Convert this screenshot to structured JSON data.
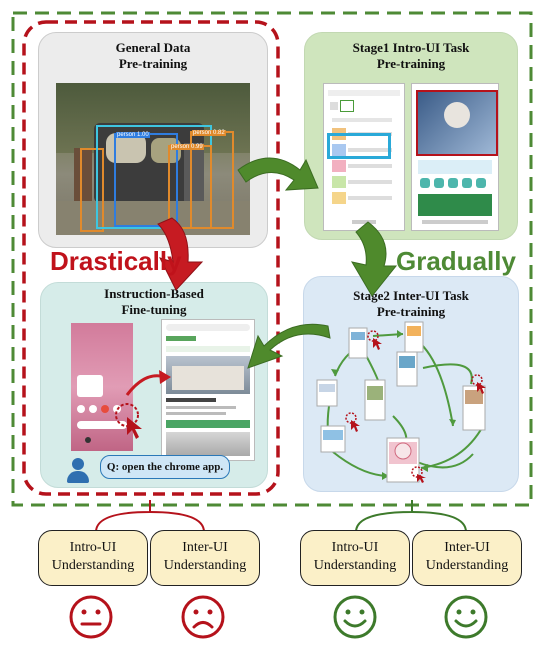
{
  "panels": {
    "general": "General Data\nPre-training",
    "stage1": "Stage1 Intro-UI Task\nPre-training",
    "instruction": "Instruction-Based\nFine-tuning",
    "stage2": "Stage2 Inter-UI Task\nPre-training"
  },
  "labels": {
    "drastically": "Drastically",
    "gradually": "Gradually"
  },
  "query": "Q: open the chrome app.",
  "outcomes": [
    {
      "label": "Intro-UI\nUnderstanding",
      "face": "neutral"
    },
    {
      "label": "Inter-UI\nUnderstanding",
      "face": "sad"
    },
    {
      "label": "Intro-UI\nUnderstanding",
      "face": "happy"
    },
    {
      "label": "Inter-UI\nUnderstanding",
      "face": "happy"
    }
  ],
  "colors": {
    "red": "#b5121b",
    "green": "#3d7a2b",
    "green_dash": "#4e8a35",
    "panel_gray": "#ececec",
    "panel_green": "#cfe5bd",
    "panel_mint": "#d6ece9",
    "panel_blue": "#dce9f5",
    "ui_box": "#fbf0c8"
  },
  "photo_labels": [
    "person 1.00",
    "person 0.99",
    "person 0.82"
  ]
}
